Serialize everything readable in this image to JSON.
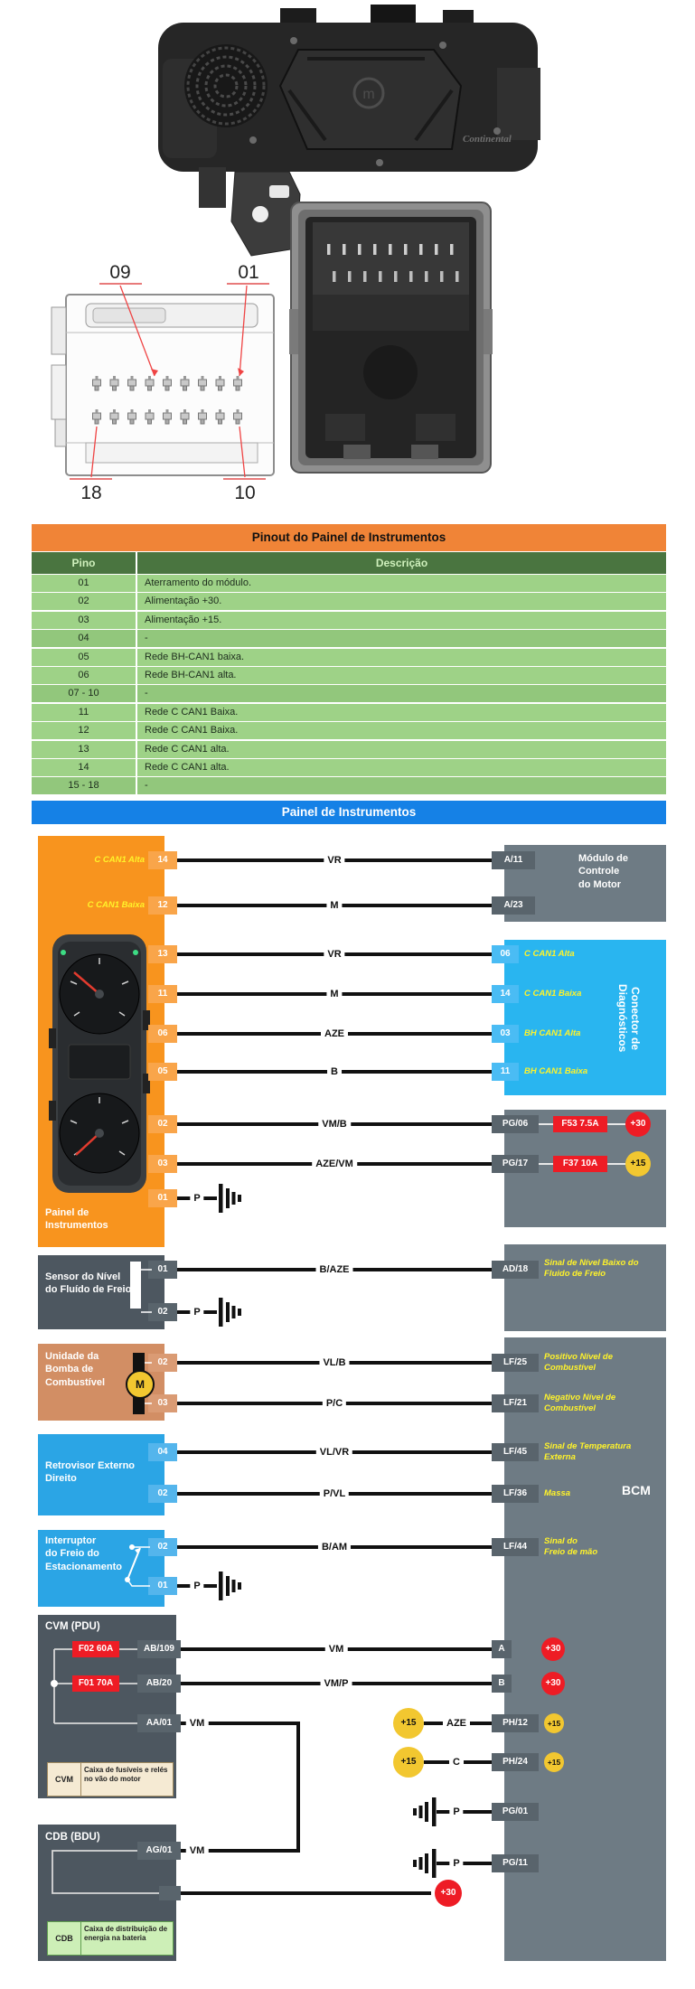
{
  "top_section": {
    "cluster_rear_photo": "instrument-cluster-rear-photo",
    "connector_drawing_labels": [
      "09",
      "01",
      "18",
      "10"
    ],
    "connector_photo": "connector-socket-photo",
    "watermark_logo": "Continental"
  },
  "pinout_table": {
    "title": "Pinout do Painel de Instrumentos",
    "columns": [
      "Pino",
      "Descrição"
    ],
    "rows": [
      {
        "pin": "01",
        "desc": "Aterramento do módulo."
      },
      {
        "pin": "02",
        "desc": "Alimentação +30."
      },
      {
        "pin": "03",
        "desc": "Alimentação +15."
      },
      {
        "pin": "04",
        "desc": "-"
      },
      {
        "pin": "05",
        "desc": "Rede BH-CAN1 baixa."
      },
      {
        "pin": "06",
        "desc": "Rede BH-CAN1 alta."
      },
      {
        "pin": "07 - 10",
        "desc": "-"
      },
      {
        "pin": "11",
        "desc": "Rede C CAN1 Baixa."
      },
      {
        "pin": "12",
        "desc": "Rede C CAN1 Baixa."
      },
      {
        "pin": "13",
        "desc": "Rede C CAN1 alta."
      },
      {
        "pin": "14",
        "desc": "Rede C CAN1 alta."
      },
      {
        "pin": "15 - 18",
        "desc": "-"
      }
    ]
  },
  "diagram": {
    "title": "Painel de Instrumentos",
    "painel": {
      "label": "Painel de\nInstrumentos",
      "can_labels": [
        "C CAN1 Alta",
        "C CAN1 Baixa"
      ],
      "pins": [
        "14",
        "12",
        "13",
        "11",
        "06",
        "05",
        "02",
        "03",
        "01"
      ]
    },
    "modulo": {
      "label": "Módulo de\nControle\ndo Motor",
      "tabs": [
        "A/11",
        "A/23"
      ]
    },
    "conector": {
      "label": "Conector de\nDiagnósticos",
      "pins": [
        {
          "tab": "06",
          "signal": "C CAN1 Alta"
        },
        {
          "tab": "14",
          "signal": "C CAN1 Baixa"
        },
        {
          "tab": "03",
          "signal": "BH CAN1 Alta"
        },
        {
          "tab": "11",
          "signal": "BH CAN1 Baixa"
        }
      ]
    },
    "sensor": {
      "label": "Sensor do Nível\ndo Fluído de Freio",
      "pins": [
        "01",
        "02"
      ]
    },
    "bomba": {
      "label": "Unidade da\nBomba de\nCombustível",
      "pins": [
        "02",
        "03"
      ],
      "motor": "M"
    },
    "retrovisor": {
      "label": "Retrovisor Externo\nDireito",
      "pins": [
        "04",
        "02"
      ]
    },
    "interruptor": {
      "label": "Interruptor\ndo Freio do\nEstacionamento",
      "pins": [
        "02",
        "01"
      ]
    },
    "cvm": {
      "label": "CVM (PDU)",
      "legend_key": "CVM",
      "legend_desc": "Caixa de fusíveis e relés no vão do motor"
    },
    "cdb": {
      "label": "CDB (BDU)",
      "legend_key": "CDB",
      "legend_desc": "Caixa de distribuição de energia na bateria"
    },
    "bcm_label": "BCM",
    "connections": {
      "painel_to_modulo": [
        {
          "pin": "14",
          "wire": "VR",
          "tab": "A/11"
        },
        {
          "pin": "12",
          "wire": "M",
          "tab": "A/23"
        }
      ],
      "painel_to_conector": [
        {
          "pin": "13",
          "wire": "VR",
          "tab": "06"
        },
        {
          "pin": "11",
          "wire": "M",
          "tab": "14"
        },
        {
          "pin": "06",
          "wire": "AZE",
          "tab": "03"
        },
        {
          "pin": "05",
          "wire": "B",
          "tab": "11"
        }
      ],
      "painel_power": [
        {
          "pin": "02",
          "wire": "VM/B",
          "tab": "PG/06",
          "fuse": "F53 7.5A",
          "power": "+30",
          "color": "red"
        },
        {
          "pin": "03",
          "wire": "AZE/VM",
          "tab": "PG/17",
          "fuse": "F37 10A",
          "power": "+15",
          "color": "yellow"
        }
      ],
      "painel_ground": {
        "pin": "01",
        "wire": "P"
      },
      "sensor_rows": [
        {
          "pin": "01",
          "wire": "B/AZE",
          "tab": "AD/18",
          "signal": "Sinal de Nível Baixo do\nFluido de Freio"
        },
        {
          "pin": "02",
          "wire": "P",
          "ground": true
        }
      ],
      "bomba_rows": [
        {
          "pin": "02",
          "wire": "VL/B",
          "tab": "LF/25",
          "signal": "Positivo Nível de\nCombustível"
        },
        {
          "pin": "03",
          "wire": "P/C",
          "tab": "LF/21",
          "signal": "Negativo Nível de\nCombustível"
        }
      ],
      "retrovisor_rows": [
        {
          "pin": "04",
          "wire": "VL/VR",
          "tab": "LF/45",
          "signal": "Sinal de Temperatura\nExterna"
        },
        {
          "pin": "02",
          "wire": "P/VL",
          "tab": "LF/36",
          "signal": "Massa"
        }
      ],
      "interruptor_rows": [
        {
          "pin": "02",
          "wire": "B/AM",
          "tab": "LF/44",
          "signal": "Sinal do\nFreio de mão"
        },
        {
          "pin": "01",
          "wire": "P",
          "ground": true
        }
      ],
      "cvm_rows": [
        {
          "fuse": "F02 60A",
          "tab": "AB/109",
          "wire": "VM",
          "bcm_tab": "A",
          "power": "+30"
        },
        {
          "fuse": "F01 70A",
          "tab": "AB/20",
          "wire": "VM/P",
          "bcm_tab": "B",
          "power": "+30"
        },
        {
          "tab": "AA/01",
          "wire": "VM"
        }
      ],
      "plus15_rows": [
        {
          "power_left": "+15",
          "wire": "AZE",
          "tab": "PH/12",
          "power_right": "+15"
        },
        {
          "power_left": "+15",
          "wire": "C",
          "tab": "PH/24",
          "power_right": "+15"
        }
      ],
      "ground_rows": [
        {
          "wire": "P",
          "tab": "PG/01"
        },
        {
          "wire": "P",
          "tab": "PG/11"
        }
      ],
      "cdb_rows": [
        {
          "tab": "AG/01",
          "wire": "VM"
        },
        {
          "power": "+30"
        }
      ]
    }
  },
  "colors": {
    "orange": "#F8941E",
    "orange_tab": "#F9A54A",
    "table_title_bg": "#F08437",
    "table_header_bg": "#4A7540",
    "row_green": "#9ED287",
    "row_green_dark": "#92C77C",
    "blue_bar": "#1581E6",
    "slate": "#6E7B84",
    "slate_tab": "#59646C",
    "slate_dark": "#4D5760",
    "cyan": "#29B5F0",
    "blue_box": "#2BA5E5",
    "tan": "#D28E64",
    "red": "#EE1C25",
    "yellow": "#F2C730",
    "label_yellow": "#FFF32A"
  }
}
